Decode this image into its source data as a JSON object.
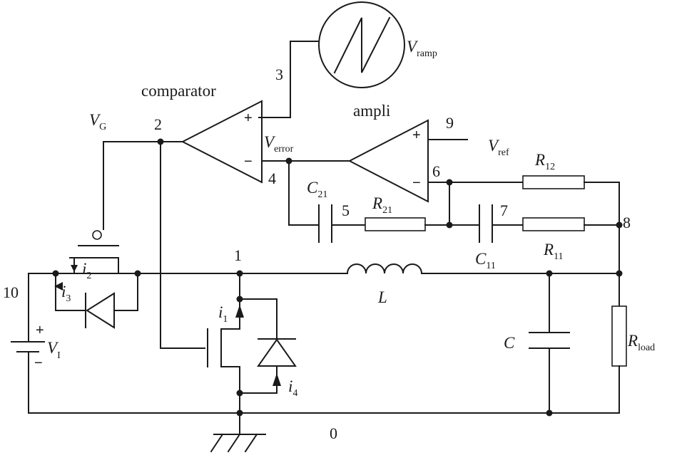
{
  "labels": {
    "comparator": "comparator",
    "ampli": "ampli",
    "vg": {
      "main": "V",
      "sub": "G"
    },
    "verror": {
      "main": "V",
      "sub": "error"
    },
    "vramp": {
      "main": "V",
      "sub": "ramp"
    },
    "vref": {
      "main": "V",
      "sub": "ref"
    },
    "vi": {
      "main": "V",
      "sub": "I"
    },
    "r12": {
      "main": "R",
      "sub": "12"
    },
    "r21": {
      "main": "R",
      "sub": "21"
    },
    "r11": {
      "main": "R",
      "sub": "11"
    },
    "c21": {
      "main": "C",
      "sub": "21"
    },
    "c11": {
      "main": "C",
      "sub": "11"
    },
    "rload": {
      "main": "R",
      "sub": "load"
    },
    "l": "L",
    "c": "C",
    "i1": {
      "main": "i",
      "sub": "1"
    },
    "i2": {
      "main": "i",
      "sub": "2"
    },
    "i3": {
      "main": "i",
      "sub": "3"
    },
    "i4": {
      "main": "i",
      "sub": "4"
    }
  },
  "nodes": {
    "n0": "0",
    "n1": "1",
    "n2": "2",
    "n3": "3",
    "n4": "4",
    "n5": "5",
    "n6": "6",
    "n7": "7",
    "n8": "8",
    "n9": "9",
    "n10": "10"
  },
  "signs": {
    "plus": "+",
    "minus": "−",
    "vi_plus": "+",
    "vi_minus": "−"
  }
}
